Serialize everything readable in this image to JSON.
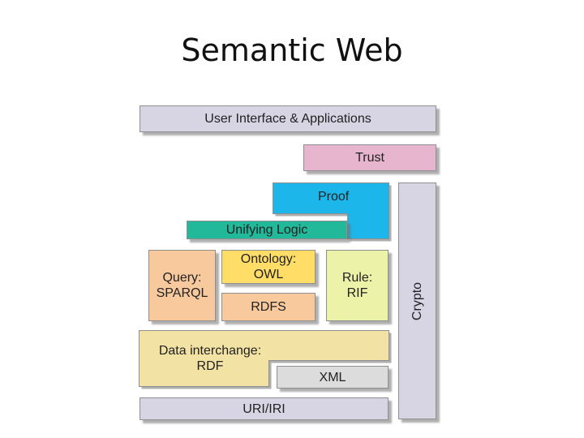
{
  "title": "Semantic Web",
  "colors": {
    "lavender": "#d7d4e3",
    "pink": "#e8b5cf",
    "cyan": "#1cb6ea",
    "teal": "#22b99a",
    "orange": "#f9c99e",
    "yellow": "#ffdd66",
    "green": "#ecf3a8",
    "khaki": "#f2e3a4",
    "xml": "#dcdcdc"
  },
  "layers": {
    "ui": "User Interface & Applications",
    "trust": "Trust",
    "proof": "Proof",
    "logic": "Unifying Logic",
    "query": "Query:\nSPARQL",
    "ontology": "Ontology:\nOWL",
    "rdfs": "RDFS",
    "rule": "Rule:\nRIF",
    "crypto": "Crypto",
    "data": "Data interchange:\nRDF",
    "xml": "XML",
    "uri": "URI/IRI"
  }
}
